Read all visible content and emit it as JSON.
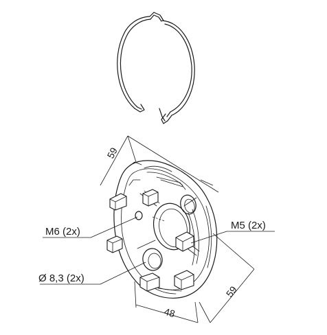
{
  "labels": {
    "m6": "M6 (2x)",
    "m5": "M5 (2x)",
    "diameter": "Ø 8,3 (2x)"
  },
  "dimensions": {
    "top_width": "59",
    "right_height": "59",
    "bottom_width": "48"
  },
  "colors": {
    "line": "#1a1a1a",
    "background": "#ffffff"
  }
}
